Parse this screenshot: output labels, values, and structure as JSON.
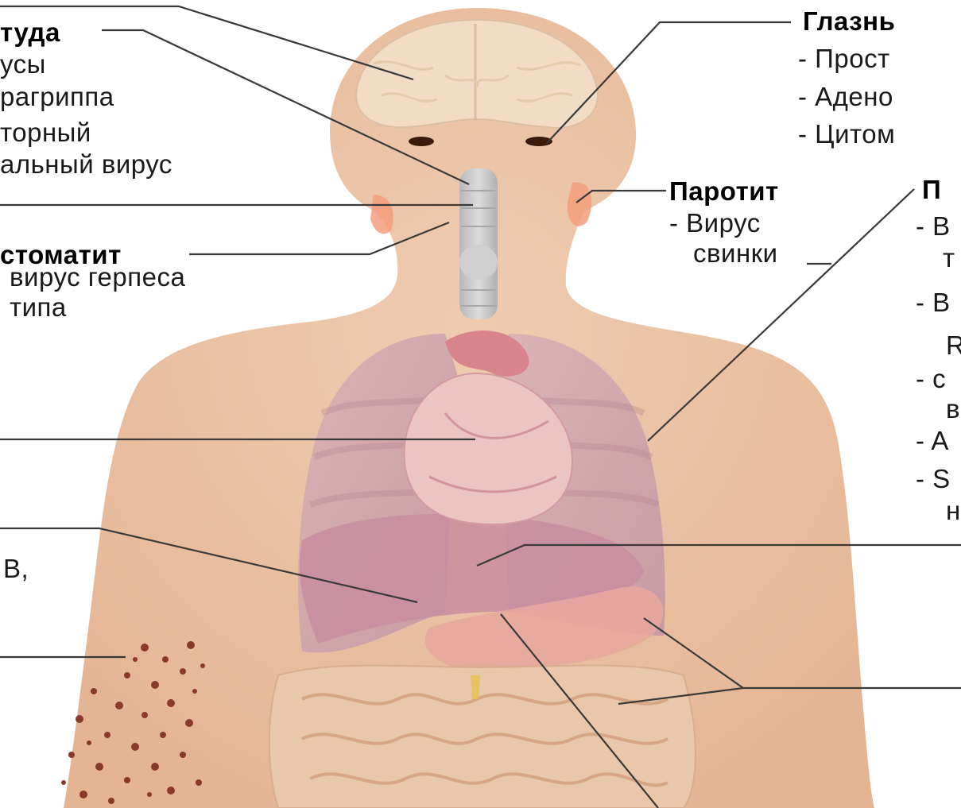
{
  "labels": {
    "cold_title": "туда",
    "cold_1": "усы",
    "cold_2": "рагриппа",
    "cold_3": "торный",
    "cold_4": "альный вирус",
    "stomatitis_title": "стоматит",
    "stomatitis_1": "вирус герпеса",
    "stomatitis_2": "типа",
    "hepatitis_fragment": "В,",
    "eyes_title": "Глазнь",
    "eyes_1": "- Прост",
    "eyes_2": "-  Адено",
    "eyes_3": "- Цитом",
    "parotitis_title": "Паротит",
    "parotitis_1": "- Вирус",
    "parotitis_2": "свинки",
    "lungs_title": "П",
    "lungs_1": "- В",
    "lungs_1b": "т",
    "lungs_2": "- В",
    "lungs_2b": "R",
    "lungs_3": "- с",
    "lungs_3b": "в",
    "lungs_4": "- A",
    "lungs_5": "- S",
    "lungs_5b": "н"
  },
  "colors": {
    "skin": "#ecc5a8",
    "skin_shadow": "#e2b596",
    "brain": "#f1dcc4",
    "lung": "#cfa1ab",
    "liver": "#c68a9d",
    "heart": "#e7b8b9",
    "stomach": "#e8a9a3",
    "intestine": "#e8c3a6",
    "trachea": "#c9c9c9",
    "gland": "#f19a7a",
    "rash": "#8a3a2a",
    "eye": "#3a1a0a",
    "leader": "#3a3a3a",
    "text": "#1a1a1a"
  }
}
